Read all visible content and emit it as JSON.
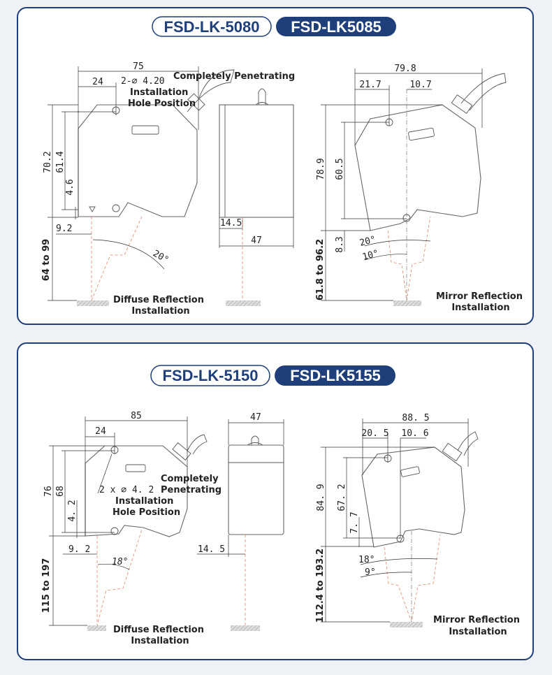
{
  "colors": {
    "brand": "#1e3f7a",
    "beam": "#e0866a",
    "background": "#eef2f7"
  },
  "panel1": {
    "model_a": "FSD-LK-5080",
    "model_b": "FSD-LK5085",
    "diffuse": {
      "w": "75",
      "hole_x": "24",
      "hole_spec": "2-∅ 4.20",
      "note1": "Completely Penetrating",
      "note2": "Installation",
      "note3": "Hole Position",
      "h": "70.2",
      "h_holes": "61.4",
      "h_low": "4.6",
      "beam_x": "9.2",
      "range": "64 to 99",
      "angle": "20°",
      "caption1": "Diffuse Reflection",
      "caption2": "Installation"
    },
    "side": {
      "offset": "14.5",
      "depth": "47"
    },
    "mirror": {
      "w": "79.8",
      "hole_x": "21.7",
      "beam_x": "10.7",
      "h": "78.9",
      "h_holes": "60.5",
      "h_low": "8.3",
      "range": "61.8 to 96.2",
      "angle1": "20°",
      "angle2": "10°",
      "caption1": "Mirror Reflection",
      "caption2": "Installation"
    }
  },
  "panel2": {
    "model_a": "FSD-LK-5150",
    "model_b": "FSD-LK5155",
    "diffuse": {
      "w": "85",
      "hole_x": "24",
      "hole_spec": "2  x  ∅  4. 2",
      "note1": "Completely",
      "note1b": "Penetrating",
      "note2": "Installation",
      "note3": "Hole Position",
      "h": "76",
      "h_holes": "68",
      "h_low": "4. 2",
      "beam_x": "9. 2",
      "range": "115 to 197",
      "angle": "18°",
      "caption1": "Diffuse Reflection",
      "caption2": "Installation"
    },
    "side": {
      "offset": "14. 5",
      "depth": "47"
    },
    "mirror": {
      "w": "88. 5",
      "hole_x": "20. 5",
      "beam_x": "10. 6",
      "h": "84. 9",
      "h_holes": "67. 2",
      "h_low": "7. 7",
      "range": "112.4 to 193.2",
      "angle1": "18°",
      "angle2": "9°",
      "caption1": "Mirror Reflection",
      "caption2": "Installation"
    }
  }
}
